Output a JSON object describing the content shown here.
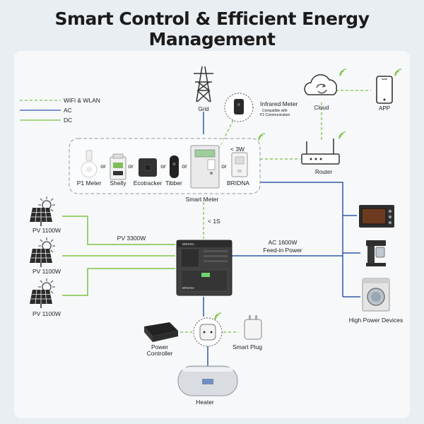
{
  "title": "Smart Control & Efficient Energy Management",
  "legend": [
    {
      "label": "WiFi & WLAN",
      "color": "#7ec242",
      "style": "dashed"
    },
    {
      "label": "AC",
      "color": "#2f5aa8",
      "style": "solid"
    },
    {
      "label": "DC",
      "color": "#7ec242",
      "style": "solid"
    }
  ],
  "nodes": {
    "grid": "Grid",
    "infrared_meter": "Infrared Meter",
    "infrared_note_1": "Compatible with",
    "infrared_note_2": "P1 Communication",
    "cloud": "Cloud",
    "app": "APP",
    "router": "Router",
    "smart_meter": "Smart Meter",
    "p1_meter": "P1 Meter",
    "shelly": "Shelly",
    "ecotracker": "Ecotracker",
    "tibber": "Tibber",
    "bridna": "BRIDNA",
    "or": "or",
    "lt3w": "< 3W",
    "lt1s": "< 1S",
    "pv_total": "PV 3300W",
    "pv_panels": [
      "PV 1100W",
      "PV 1100W",
      "PV 1100W"
    ],
    "ac_output_1": "AC 1600W",
    "ac_output_2": "Feed-in Power",
    "high_power": "High Power Devices",
    "power_controller_1": "Power",
    "power_controller_2": "Controller",
    "smart_plug": "Smart Plug",
    "heater": "Heater",
    "battery_brand": "BRIDNA"
  },
  "colors": {
    "wifi": "#7ec242",
    "ac": "#2f5aa8",
    "dc": "#7ec242"
  }
}
